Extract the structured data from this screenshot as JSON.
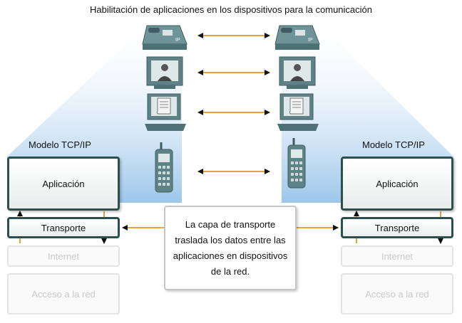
{
  "title": "Habilitación de aplicaciones en los dispositivos para la comunicación",
  "left_model": {
    "label": "Modelo TCP/IP",
    "layers": [
      "Aplicación",
      "Transporte",
      "Internet",
      "Acceso a la red"
    ]
  },
  "right_model": {
    "label": "Modelo TCP/IP",
    "layers": [
      "Aplicación",
      "Transporte",
      "Internet",
      "Acceso a la red"
    ]
  },
  "note_text": "La capa de transporte traslada los datos entre las aplicaciones en dispositivos de la red.",
  "devices": [
    "ip-phone",
    "video-terminal",
    "computer-with-document",
    "mobile-phone"
  ],
  "colors": {
    "arrow": "#e8a23a",
    "layer_border": "#2c4f4e",
    "beam": "#a9cfee",
    "device": "#5e8285"
  }
}
